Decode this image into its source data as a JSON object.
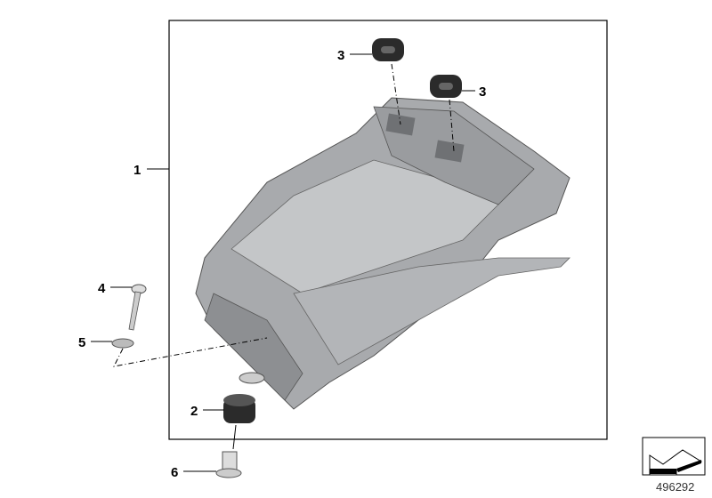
{
  "diagram": {
    "callouts": [
      {
        "number": "1",
        "part": "holder"
      },
      {
        "number": "2",
        "part": "rubber-buffer"
      },
      {
        "number": "3",
        "part": "grommet"
      },
      {
        "number": "3",
        "part": "grommet"
      },
      {
        "number": "4",
        "part": "screw"
      },
      {
        "number": "5",
        "part": "washer"
      },
      {
        "number": "6",
        "part": "bushing"
      }
    ],
    "reference_number": "496292"
  }
}
